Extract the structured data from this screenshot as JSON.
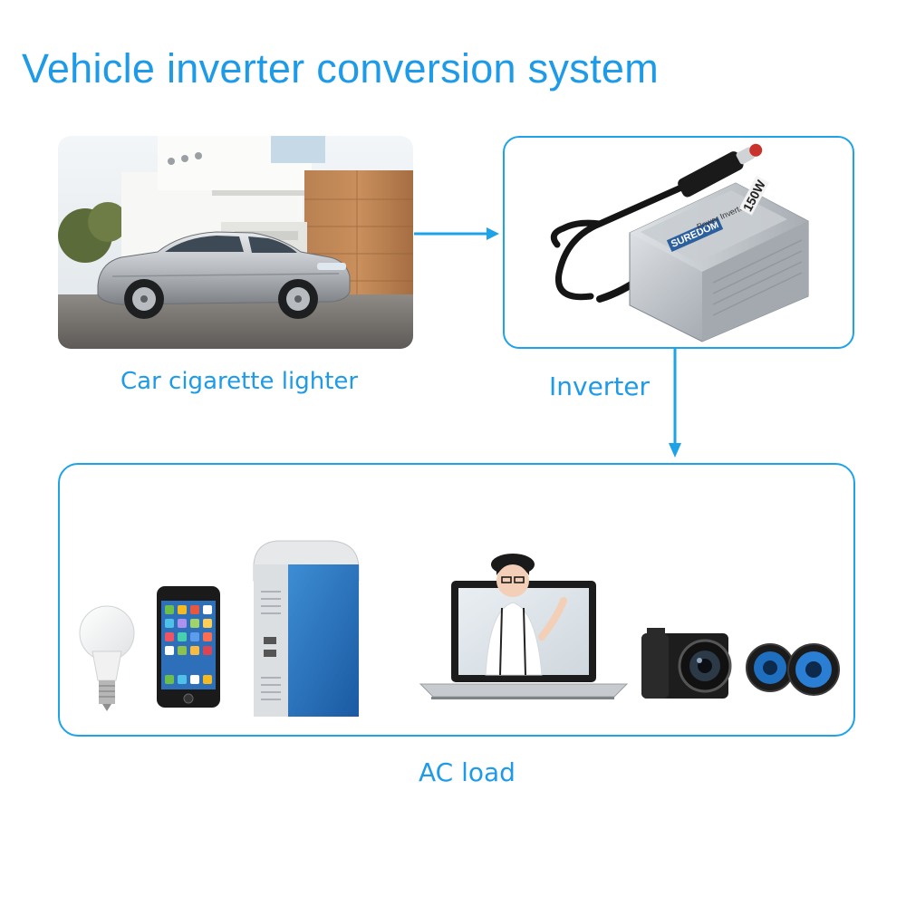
{
  "title": "Vehicle inverter conversion system",
  "nodes": {
    "car": {
      "label": "Car cigarette lighter"
    },
    "inverter": {
      "label": "Inverter",
      "device_text": {
        "brand": "SUREDOM",
        "model": "Power Inverter",
        "rating": "150W"
      }
    },
    "ac_load": {
      "label": "AC load"
    }
  },
  "ac_load_items": [
    "bulb-icon",
    "smartphone-icon",
    "car-fridge-icon",
    "laptop-icon",
    "camera-icon",
    "speakers-icon"
  ],
  "colors": {
    "accent": "#1e9be8",
    "frame": "#1ea2e8"
  }
}
